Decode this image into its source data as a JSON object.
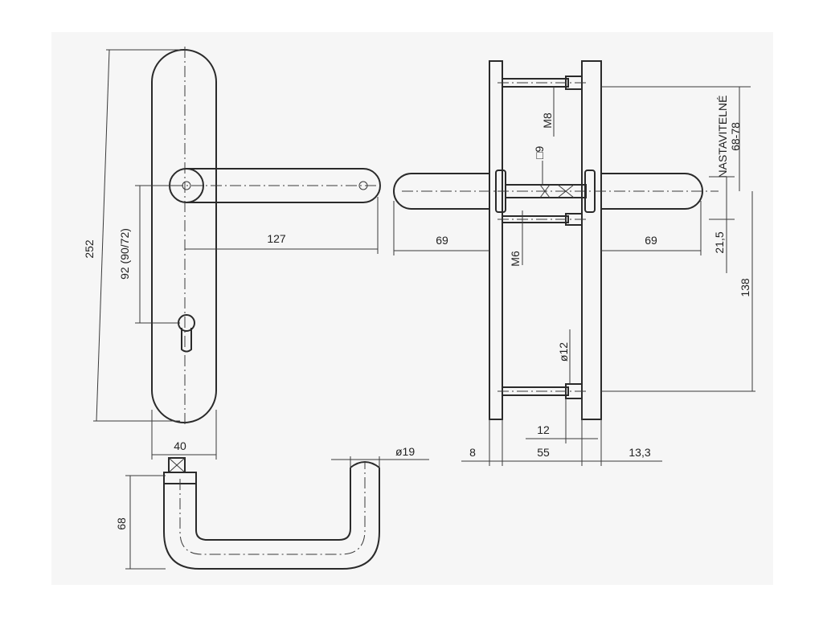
{
  "front_view": {
    "height": "252",
    "hole_spacing": "92 (90/72)",
    "lever_length": "127",
    "plate_width": "40",
    "lever_height": "68",
    "lever_diameter": "ø19"
  },
  "side_view": {
    "lever_projection_left": "69",
    "lever_projection_right": "69",
    "screw_top": "M8",
    "square_spindle": "□9",
    "screw_mid": "M6",
    "screw_bottom_diameter": "ø12",
    "offset_12": "12",
    "plate_thickness": "8",
    "door_thickness": "55",
    "right_offset": "13,3",
    "adjustable_label": "NASTAVITELNÉ",
    "adjustable_range": "68-78",
    "offset_21": "21,5",
    "distance_138": "138"
  }
}
